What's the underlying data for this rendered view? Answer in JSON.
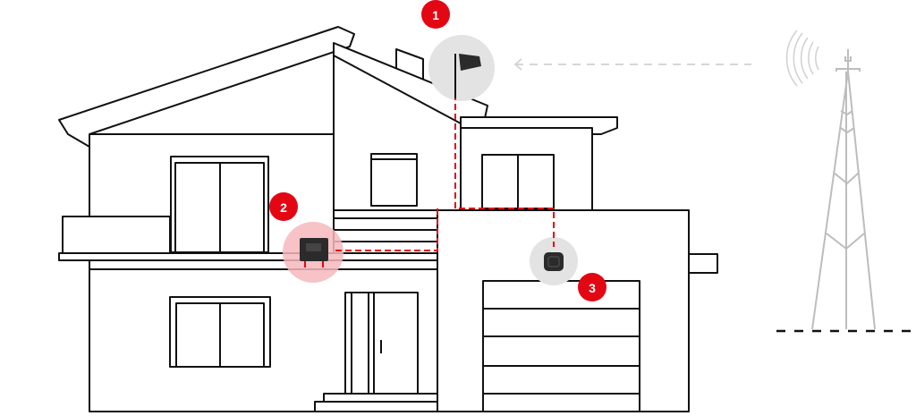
{
  "diagram": {
    "markers": [
      {
        "label": "1",
        "refers_to": "outdoor-antenna"
      },
      {
        "label": "2",
        "refers_to": "signal-booster"
      },
      {
        "label": "3",
        "refers_to": "indoor-antenna"
      }
    ],
    "colors": {
      "accent": "#e30613",
      "booster_halo": "#f6b8bc",
      "device_halo": "#e3e3e3",
      "device": "#2b2b2b",
      "tower": "#bdbdbd",
      "line": "#111111"
    }
  }
}
